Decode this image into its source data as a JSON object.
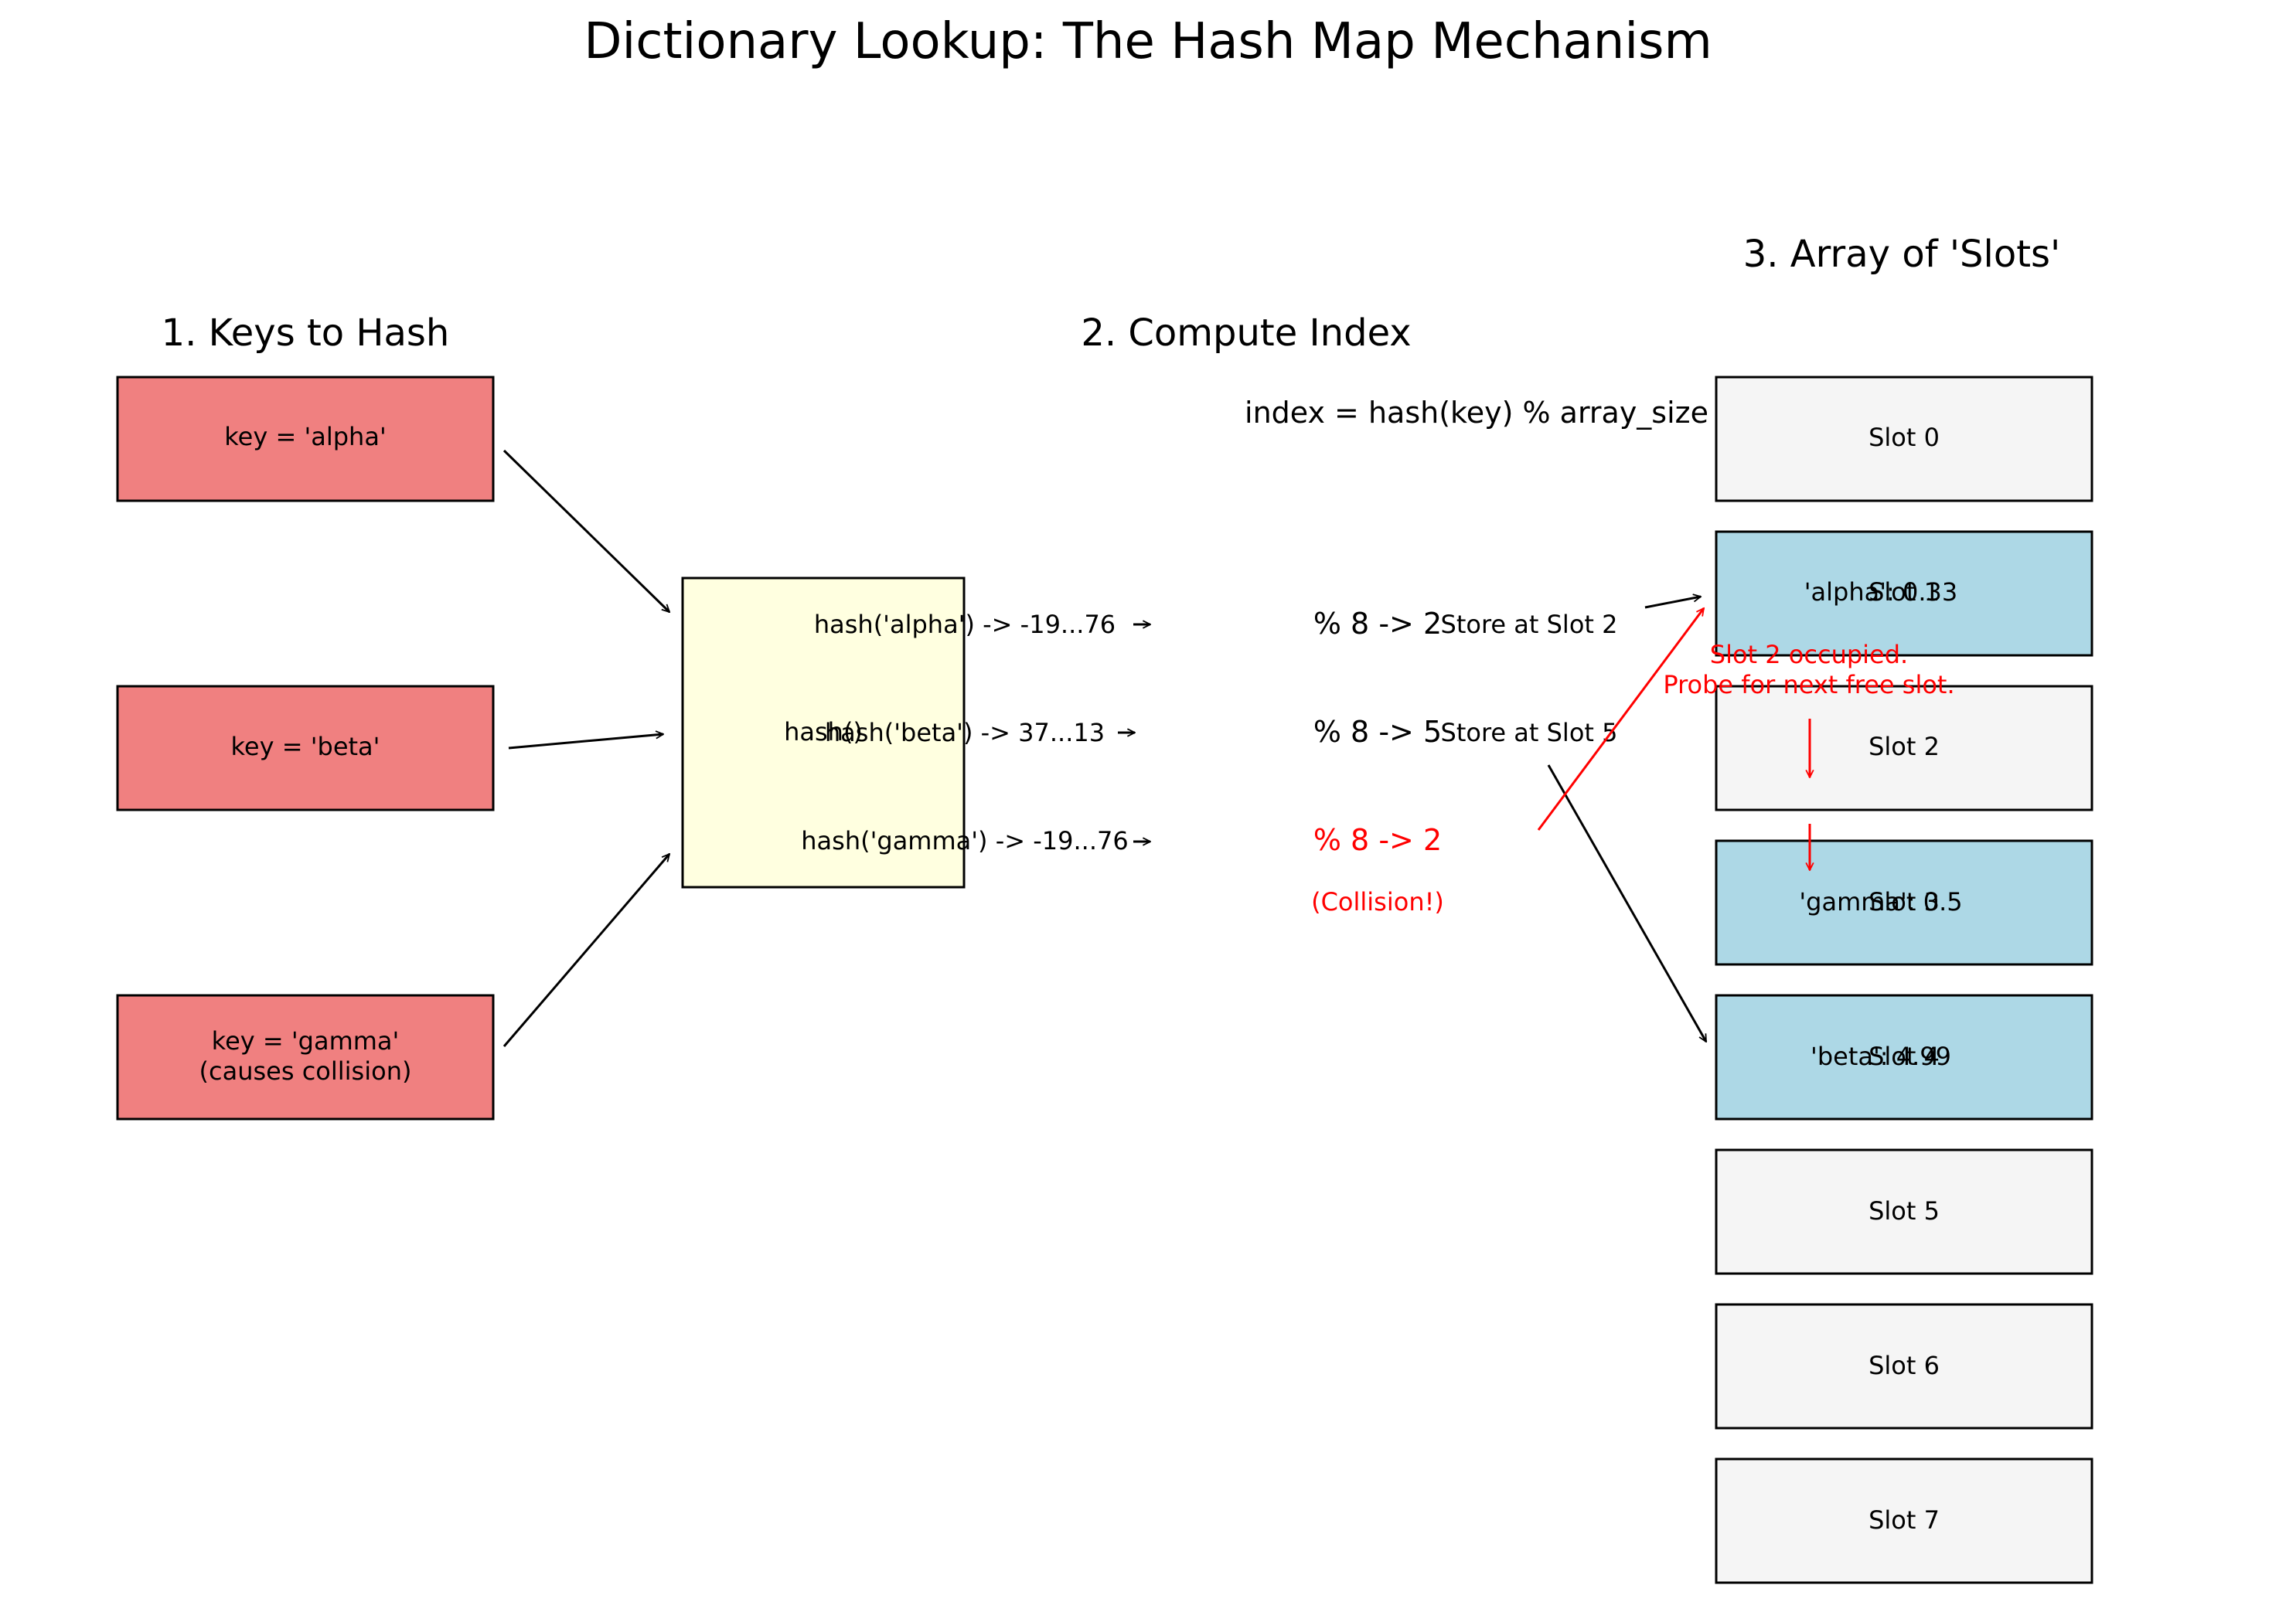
{
  "title": "Dictionary Lookup: The Hash Map Mechanism",
  "colors": {
    "key_fill": "#f08080",
    "hash_fill": "#ffffe0",
    "slot_empty": "#f5f5f5",
    "slot_filled": "#add8e6",
    "collision": "#ff0000",
    "stroke": "#000000"
  },
  "sections": {
    "keys": "1. Keys to Hash",
    "compute": "2. Compute Index",
    "slots": "3. Array of 'Slots'"
  },
  "keys": [
    {
      "lines": [
        "key = 'alpha'"
      ]
    },
    {
      "lines": [
        "key = 'beta'"
      ]
    },
    {
      "lines": [
        "key = 'gamma'",
        "(causes collision)"
      ]
    }
  ],
  "hash_box_label": "hash()",
  "formula": "index = hash(key) % array_size",
  "computations": [
    {
      "hash": "hash('alpha') -> -19...76",
      "mod": "% 8 -> 2",
      "store": "Store at Slot 2",
      "collision": false
    },
    {
      "hash": "hash('beta') -> 37...13",
      "mod": "% 8 -> 5",
      "store": "Store at Slot 5",
      "collision": false
    },
    {
      "hash": "hash('gamma') -> -19...76",
      "mod": "% 8 -> 2",
      "store": "",
      "collision": true
    }
  ],
  "collision_label": "(Collision!)",
  "probe_note": [
    "Slot 2 occupied.",
    "Probe for next free slot."
  ],
  "slots": [
    {
      "label": "Slot 0",
      "value": "",
      "filled": false
    },
    {
      "label": "Slot 1",
      "value": "'alpha': 0.33",
      "filled": true
    },
    {
      "label": "Slot 2",
      "value": "",
      "filled": false
    },
    {
      "label": "Slot 3",
      "value": "'gamma': 0.5",
      "filled": true
    },
    {
      "label": "Slot 4",
      "value": "'beta': 4.99",
      "filled": true
    },
    {
      "label": "Slot 5",
      "value": "",
      "filled": false
    },
    {
      "label": "Slot 6",
      "value": "",
      "filled": false
    },
    {
      "label": "Slot 7",
      "value": "",
      "filled": false
    }
  ]
}
